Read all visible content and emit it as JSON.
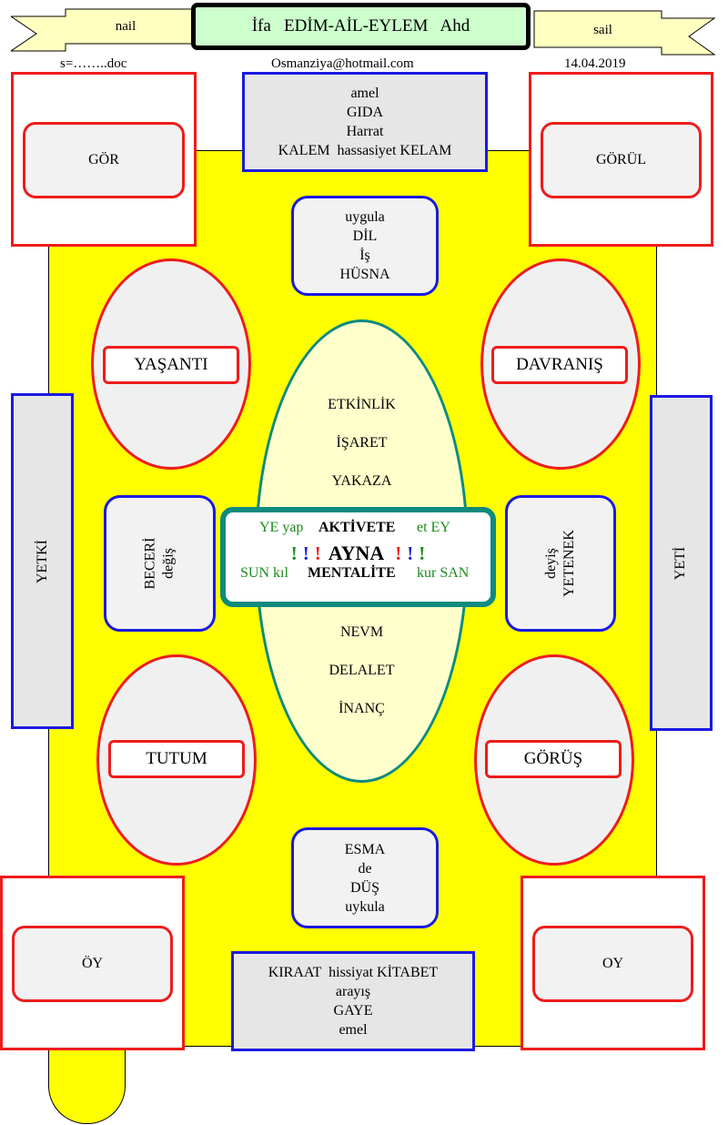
{
  "header": {
    "title": "İfa   EDİM-AİL-EYLEM   Ahd",
    "left_ribbon": "nail",
    "right_ribbon": "sail",
    "left_meta": "s=……..doc",
    "email": "Osmanziya@hotmail.com",
    "date": "14.04.2019"
  },
  "corners": {
    "top_left": "GÖR",
    "top_right": "GÖRÜL",
    "bottom_left": "ÖY",
    "bottom_right": "OY"
  },
  "top_box": {
    "lines": [
      "amel",
      "GIDA",
      "Harrat",
      "KALEM  hassasiyet KELAM"
    ]
  },
  "upper_box": {
    "lines": [
      "uygula",
      "DİL",
      "İş",
      "HÜSNA"
    ]
  },
  "lower_box": {
    "lines": [
      "ESMA",
      "de",
      "DÜŞ",
      "uykula"
    ]
  },
  "bottom_box": {
    "lines": [
      "KIRAAT  hissiyat KİTABET",
      "arayış",
      "GAYE",
      "emel"
    ]
  },
  "side_bars": {
    "left": "YETKİ",
    "right": "YETİ"
  },
  "ellipses": {
    "top_left": "YAŞANTI",
    "top_right": "DAVRANIŞ",
    "bottom_left": "TUTUM",
    "bottom_right": "GÖRÜŞ"
  },
  "side_boxes": {
    "left": [
      "BECERİ",
      "değiş"
    ],
    "right": [
      "deyiş",
      "YETENEK"
    ]
  },
  "center_oval": {
    "top_words": [
      "ETKİNLİK",
      "İŞARET",
      "YAKAZA"
    ],
    "bottom_words": [
      "NEVM",
      "DELALET",
      "İNANÇ"
    ]
  },
  "center_box": {
    "row1": {
      "left": "YE yap",
      "mid": "AKTİVETE",
      "right": "et EY"
    },
    "row2": {
      "mark_left": [
        "!",
        "!",
        "!"
      ],
      "mid": "AYNA",
      "mark_right": [
        "!",
        "!",
        "!"
      ]
    },
    "row3": {
      "left": "SUN kıl",
      "mid": "MENTALİTE",
      "right": "kur SAN"
    }
  },
  "colors": {
    "background_panel": "#ffff00",
    "red": "#ee1c1c",
    "blue": "#1a1ae0",
    "teal": "#0e8a7e",
    "green_text": "#1a8a1a",
    "title_bg": "#ccffcc",
    "ribbon_bg": "#ffffc0",
    "oval_fill": "#ffffcc"
  }
}
